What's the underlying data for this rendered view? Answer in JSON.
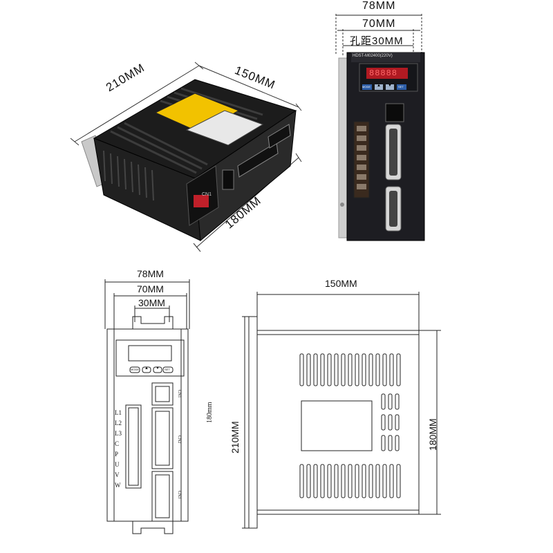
{
  "photo_iso": {
    "dim_length": "210MM",
    "dim_depth": "150MM",
    "dim_height": "180MM",
    "front_tag": "CN1"
  },
  "photo_front": {
    "dim_total_width": "78MM",
    "dim_width": "70MM",
    "dim_hole": "孔距30MM",
    "model_label": "HDST-M02400(220V)",
    "display_value": "88888",
    "buttons": [
      "MODE",
      "▲",
      "▼",
      "SET"
    ]
  },
  "drawing_front": {
    "dim_total_width": "78MM",
    "dim_width": "70MM",
    "dim_hole": "30MM",
    "dim_height": "180mm",
    "buttons": [
      "MODE",
      "▲",
      "▼",
      "SET"
    ],
    "terminals": [
      "L1",
      "L2",
      "L3",
      "C",
      "P",
      "U",
      "V",
      "W"
    ],
    "connectors": [
      "CN1",
      "CN2",
      "CN3"
    ]
  },
  "drawing_side": {
    "dim_top": "150MM",
    "dim_left": "210MM",
    "dim_right": "180MM"
  }
}
